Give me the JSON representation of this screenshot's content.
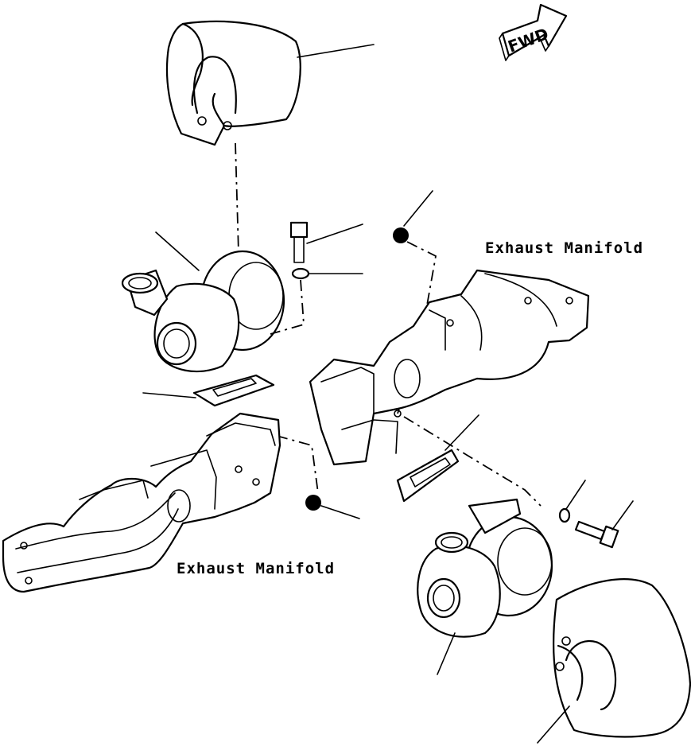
{
  "diagram": {
    "labels": {
      "fwd": "FWD",
      "manifold_right": "Exhaust Manifold",
      "manifold_left": "Exhaust Manifold"
    }
  }
}
